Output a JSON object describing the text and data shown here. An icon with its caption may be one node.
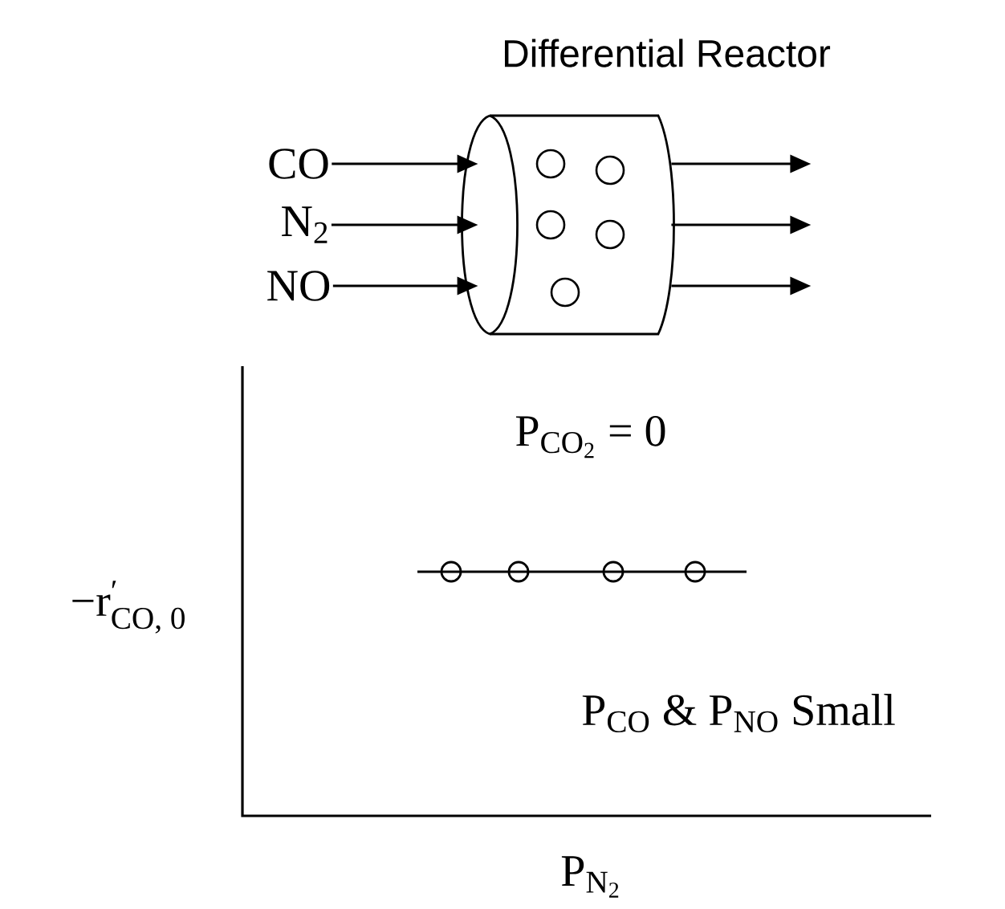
{
  "diagram": {
    "title": "Differential Reactor",
    "nodes": [
      {
        "text": [
          "CO"
        ]
      },
      {
        "text": [
          "N$_{2}$"
        ]
      },
      {
        "text": [
          "NO"
        ]
      },
      {
        "text": [],
        "shape": "cylinder"
      }
    ],
    "edges": [
      {
        "from": 0,
        "to": 3,
        "arrow": "to"
      },
      {
        "from": 1,
        "to": 3,
        "arrow": "to"
      },
      {
        "from": 2,
        "to": 3,
        "arrow": "to"
      },
      {
        "from": 3,
        "to": null,
        "arrow": "to"
      },
      {
        "from": 3,
        "to": null,
        "arrow": "to"
      },
      {
        "from": 3,
        "to": null,
        "arrow": "to"
      }
    ],
    "labels": [
      "\\text{P}_{\\text{CO}_{\\text{2}}}\\text{ = 0}",
      "\\text{−r}^{\\text{′}}_{\\text{CO, 0}}",
      "P$_{CO}$ & P$_{NO}$ Small",
      "\\text{P}_{\\text{N}_{\\text{2}}}"
    ]
  }
}
